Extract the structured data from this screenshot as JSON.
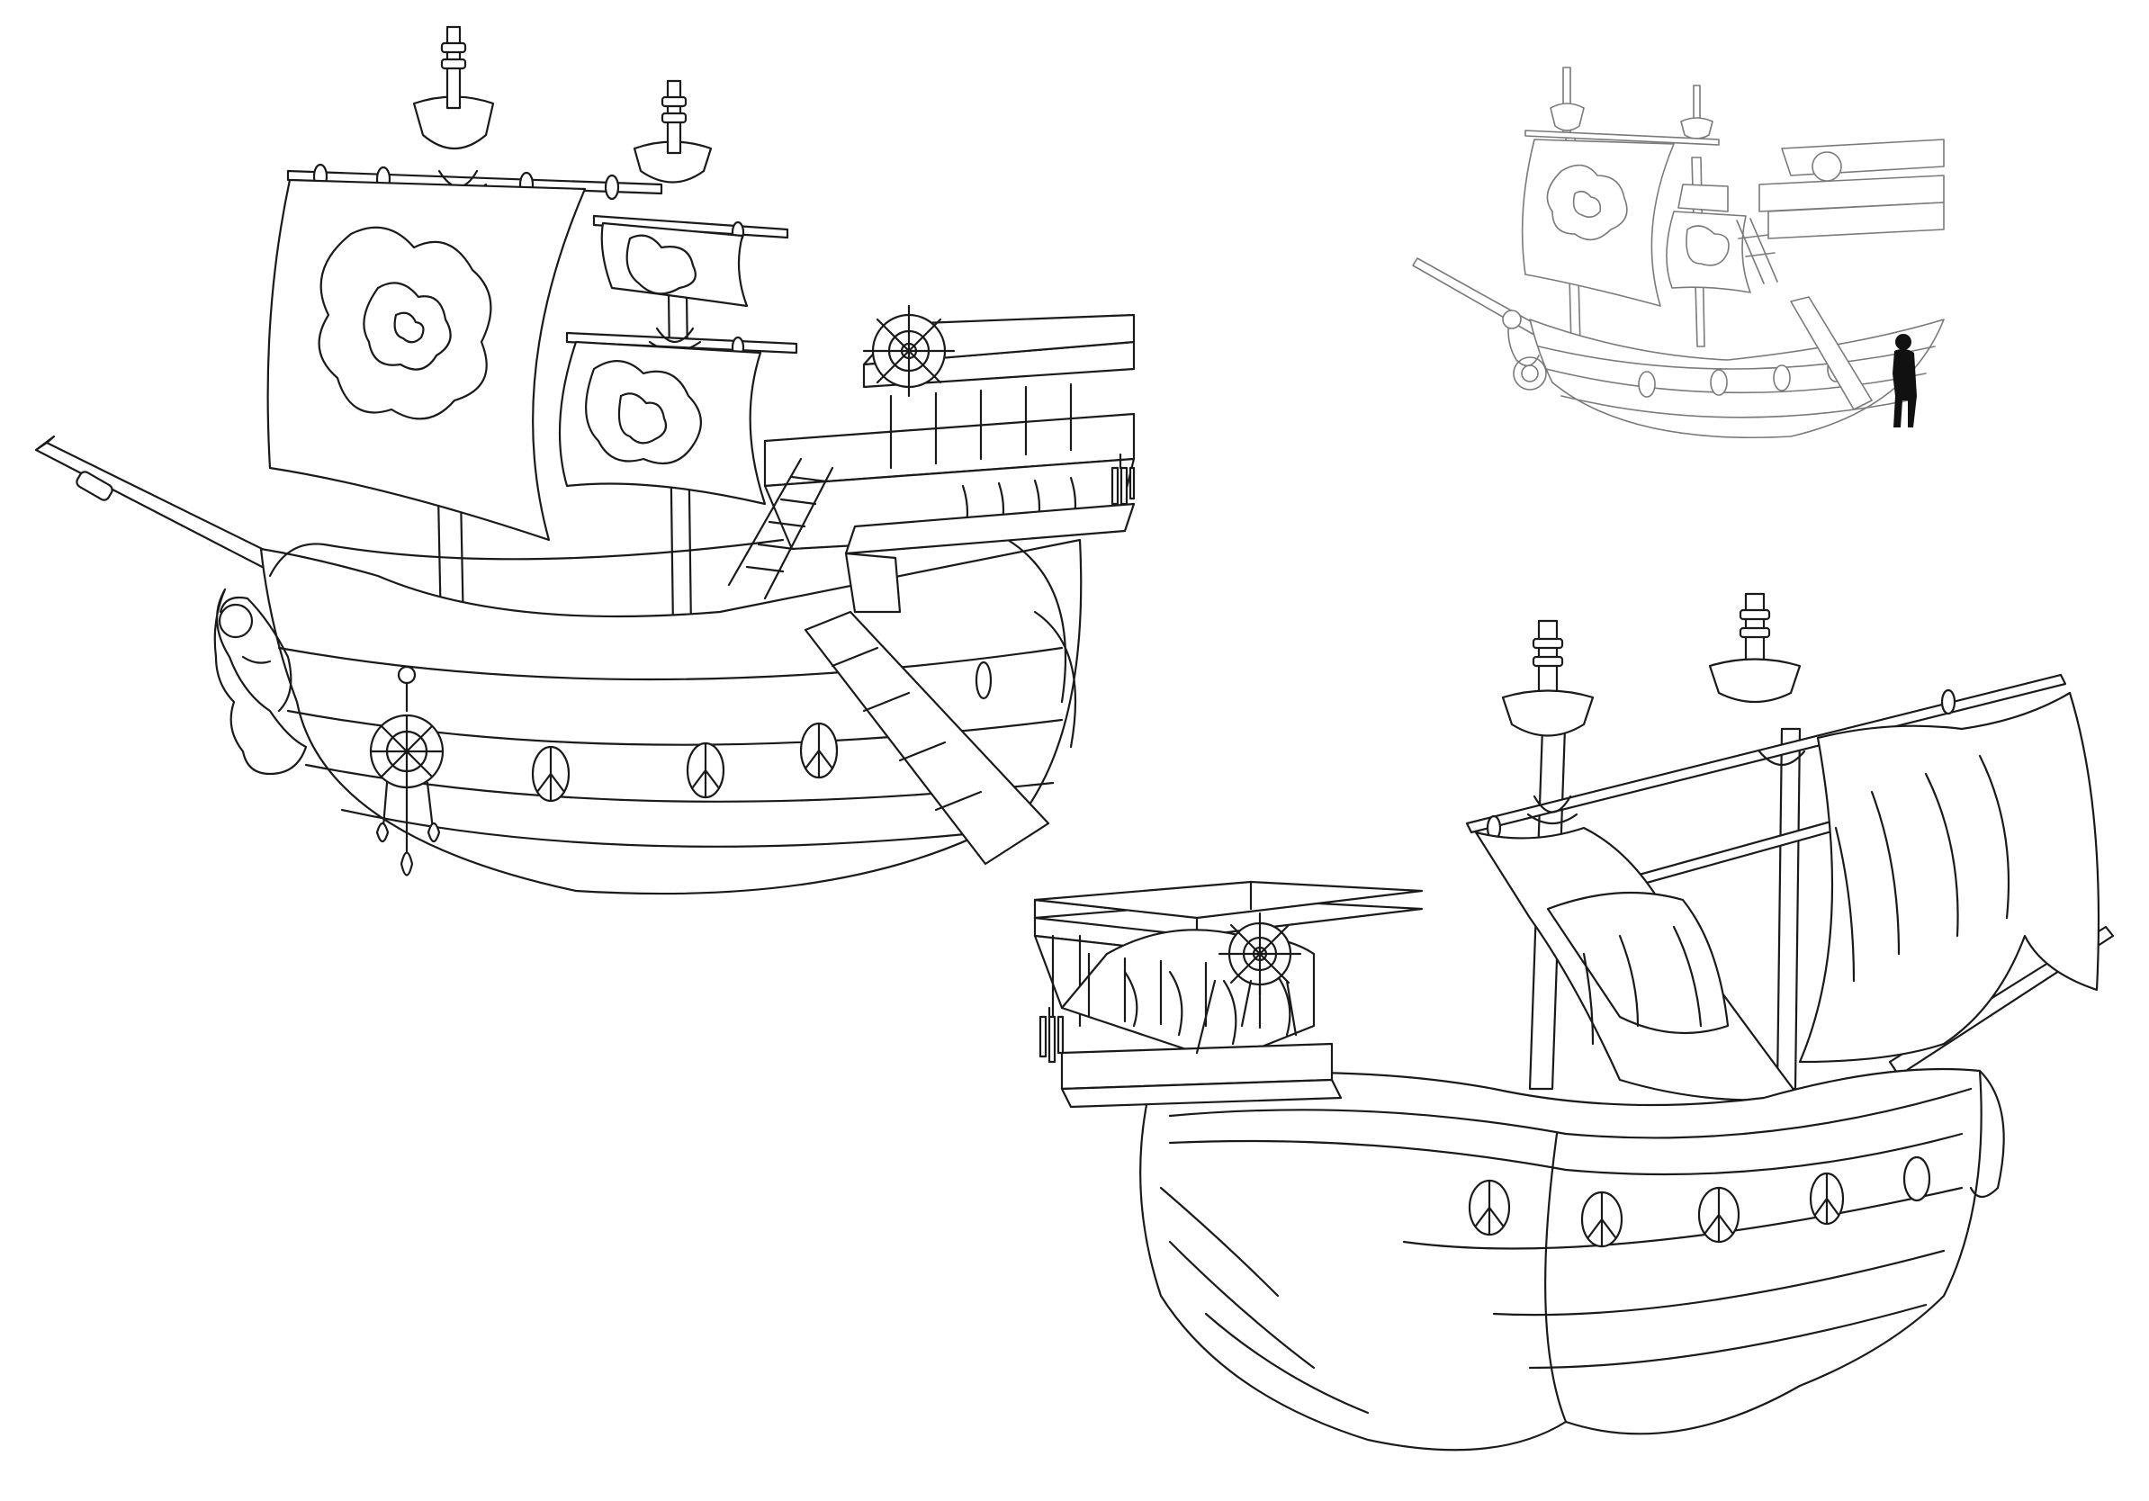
{
  "sheet": {
    "background": "#ffffff"
  },
  "palette": {
    "line": "#1a1a1a",
    "preview_line": "#7a7a7a",
    "silhouette": "#111111",
    "fill": "#ffffff"
  },
  "illustrations": [
    {
      "id": "main",
      "view": "three-quarter-front",
      "masts": 2,
      "portholes": 3,
      "sail_pattern": "tie-dye",
      "details": [
        "mermaid-figurehead",
        "dream-catcher",
        "peace-sign-portholes",
        "ship-wheel",
        "ladder",
        "gangplank",
        "wind-chime"
      ]
    },
    {
      "id": "preview",
      "view": "three-quarter-front",
      "masts": 2,
      "portholes": 4,
      "sail_pattern": "tie-dye",
      "details": [
        "human-silhouette-for-scale",
        "gangplank"
      ]
    },
    {
      "id": "rear",
      "view": "three-quarter-rear",
      "masts": 2,
      "portholes": 5,
      "sail_pattern": "plain",
      "details": [
        "ship-wheel",
        "peace-sign-portholes",
        "wind-chime"
      ]
    }
  ]
}
